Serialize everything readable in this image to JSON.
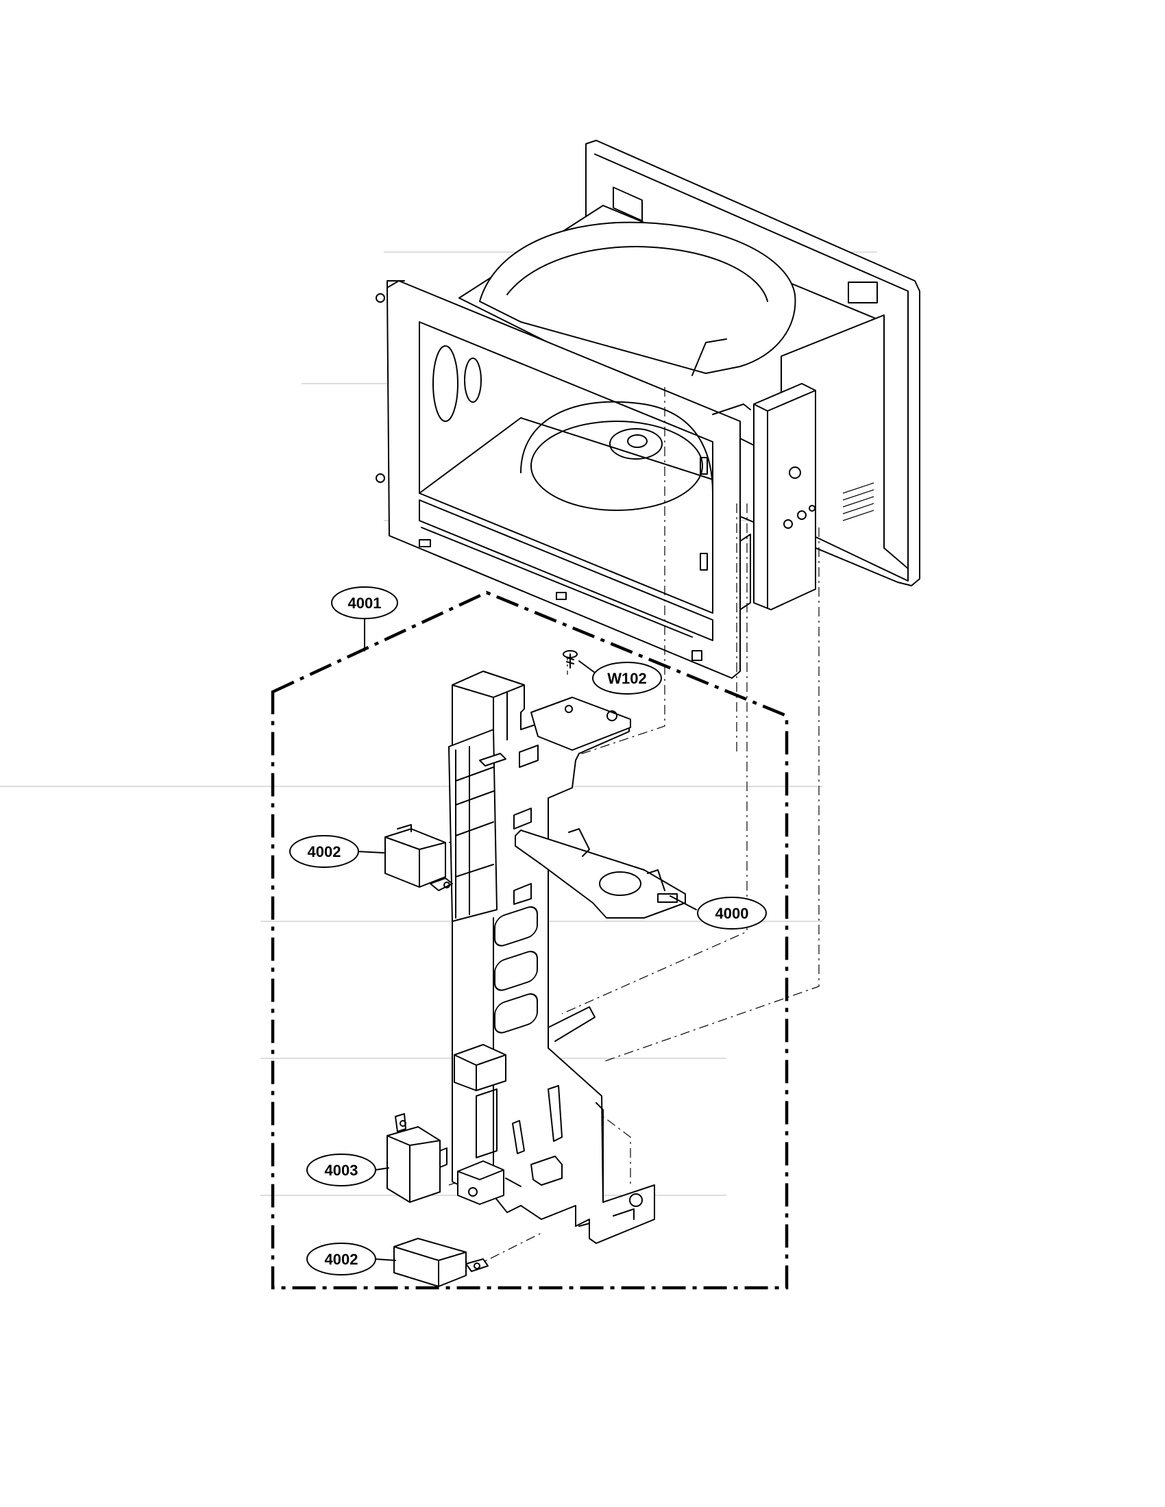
{
  "callouts": {
    "c4001": "4001",
    "w102": "W102",
    "c4002a": "4002",
    "c4000": "4000",
    "c4003": "4003",
    "c4002b": "4002"
  }
}
